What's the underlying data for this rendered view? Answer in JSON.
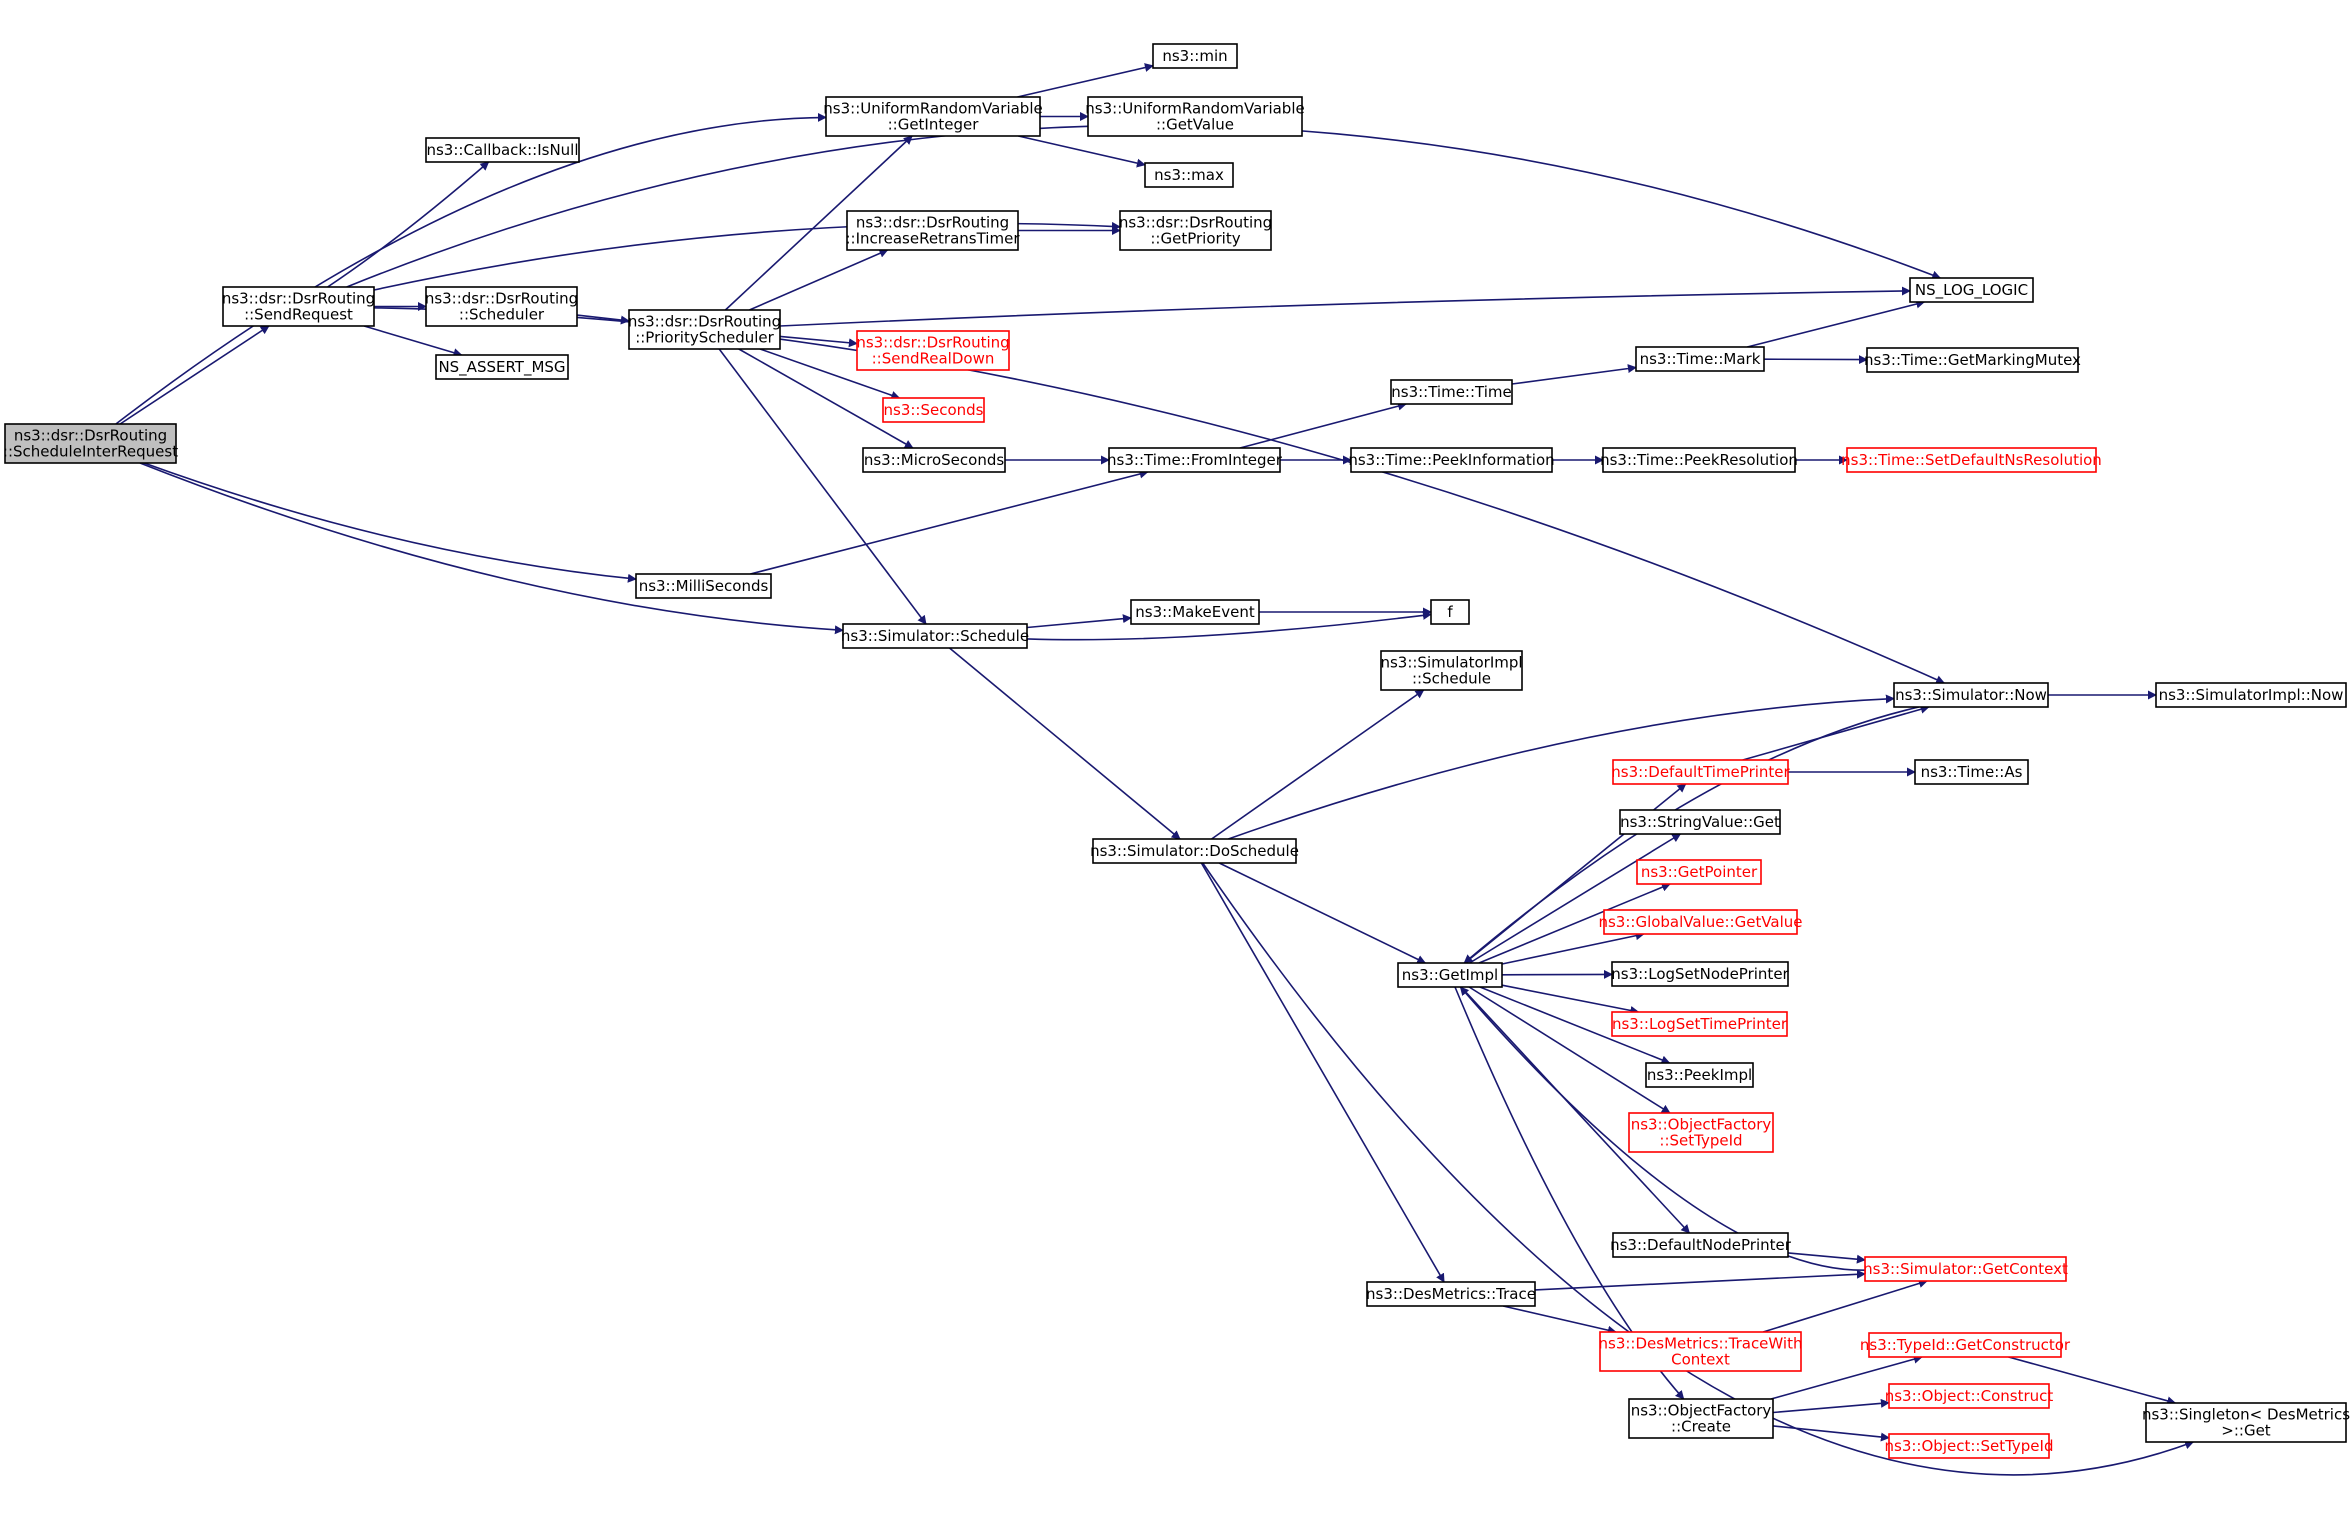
{
  "graph": {
    "nodes": {
      "root": {
        "lines": [
          "ns3::dsr::DsrRouting",
          "::ScheduleInterRequest"
        ],
        "color": "black",
        "selected": true
      },
      "sendreq": {
        "lines": [
          "ns3::dsr::DsrRouting",
          "::SendRequest"
        ],
        "color": "black"
      },
      "isnull": {
        "lines": [
          "ns3::Callback::IsNull"
        ],
        "color": "black"
      },
      "urv": {
        "lines": [
          "ns3::UniformRandomVariable",
          "::GetInteger"
        ],
        "color": "black"
      },
      "min": {
        "lines": [
          "ns3::min"
        ],
        "color": "black"
      },
      "urvval": {
        "lines": [
          "ns3::UniformRandomVariable",
          "::GetValue"
        ],
        "color": "black"
      },
      "max": {
        "lines": [
          "ns3::max"
        ],
        "color": "black"
      },
      "incr": {
        "lines": [
          "ns3::dsr::DsrRouting",
          "::IncreaseRetransTimer"
        ],
        "color": "black"
      },
      "getprio": {
        "lines": [
          "ns3::dsr::DsrRouting",
          "::GetPriority"
        ],
        "color": "black"
      },
      "nslog": {
        "lines": [
          "NS_LOG_LOGIC"
        ],
        "color": "black"
      },
      "sched": {
        "lines": [
          "ns3::dsr::DsrRouting",
          "::Scheduler"
        ],
        "color": "black"
      },
      "prio": {
        "lines": [
          "ns3::dsr::DsrRouting",
          "::PriorityScheduler"
        ],
        "color": "black"
      },
      "nsassert": {
        "lines": [
          "NS_ASSERT_MSG"
        ],
        "color": "black"
      },
      "sendreal": {
        "lines": [
          "ns3::dsr::DsrRouting",
          "::SendRealDown"
        ],
        "color": "red"
      },
      "seconds": {
        "lines": [
          "ns3::Seconds"
        ],
        "color": "red"
      },
      "micro": {
        "lines": [
          "ns3::MicroSeconds"
        ],
        "color": "black"
      },
      "fromint": {
        "lines": [
          "ns3::Time::FromInteger"
        ],
        "color": "black"
      },
      "peekinfo": {
        "lines": [
          "ns3::Time::PeekInformation"
        ],
        "color": "black"
      },
      "peekres": {
        "lines": [
          "ns3::Time::PeekResolution"
        ],
        "color": "black"
      },
      "setdef": {
        "lines": [
          "ns3::Time::SetDefaultNsResolution"
        ],
        "color": "red"
      },
      "timetime": {
        "lines": [
          "ns3::Time::Time"
        ],
        "color": "black"
      },
      "mark": {
        "lines": [
          "ns3::Time::Mark"
        ],
        "color": "black"
      },
      "mutex": {
        "lines": [
          "ns3::Time::GetMarkingMutex"
        ],
        "color": "black"
      },
      "milli": {
        "lines": [
          "ns3::MilliSeconds"
        ],
        "color": "black"
      },
      "simsched": {
        "lines": [
          "ns3::Simulator::Schedule"
        ],
        "color": "black"
      },
      "makeev": {
        "lines": [
          "ns3::MakeEvent"
        ],
        "color": "black"
      },
      "f": {
        "lines": [
          "f"
        ],
        "color": "black"
      },
      "simimplsched": {
        "lines": [
          "ns3::SimulatorImpl",
          "::Schedule"
        ],
        "color": "black"
      },
      "simnow": {
        "lines": [
          "ns3::Simulator::Now"
        ],
        "color": "black"
      },
      "simimplnow": {
        "lines": [
          "ns3::SimulatorImpl::Now"
        ],
        "color": "black"
      },
      "deftp": {
        "lines": [
          "ns3::DefaultTimePrinter"
        ],
        "color": "red"
      },
      "timeas": {
        "lines": [
          "ns3::Time::As"
        ],
        "color": "black"
      },
      "strget": {
        "lines": [
          "ns3::StringValue::Get"
        ],
        "color": "black"
      },
      "getptr": {
        "lines": [
          "ns3::GetPointer"
        ],
        "color": "red"
      },
      "gvget": {
        "lines": [
          "ns3::GlobalValue::GetValue"
        ],
        "color": "red"
      },
      "dosched": {
        "lines": [
          "ns3::Simulator::DoSchedule"
        ],
        "color": "black"
      },
      "getimpl": {
        "lines": [
          "ns3::GetImpl"
        ],
        "color": "black"
      },
      "lognode": {
        "lines": [
          "ns3::LogSetNodePrinter"
        ],
        "color": "black"
      },
      "logtime": {
        "lines": [
          "ns3::LogSetTimePrinter"
        ],
        "color": "red"
      },
      "peekimpl": {
        "lines": [
          "ns3::PeekImpl"
        ],
        "color": "black"
      },
      "ofsettype": {
        "lines": [
          "ns3::ObjectFactory",
          "::SetTypeId"
        ],
        "color": "red"
      },
      "defnp": {
        "lines": [
          "ns3::DefaultNodePrinter"
        ],
        "color": "black"
      },
      "getctx": {
        "lines": [
          "ns3::Simulator::GetContext"
        ],
        "color": "red"
      },
      "dmtrace": {
        "lines": [
          "ns3::DesMetrics::Trace"
        ],
        "color": "black"
      },
      "dmtracectx": {
        "lines": [
          "ns3::DesMetrics::TraceWith",
          "Context"
        ],
        "color": "red"
      },
      "getctor": {
        "lines": [
          "ns3::TypeId::GetConstructor"
        ],
        "color": "red"
      },
      "ofcreate": {
        "lines": [
          "ns3::ObjectFactory",
          "::Create"
        ],
        "color": "black"
      },
      "objconstruct": {
        "lines": [
          "ns3::Object::Construct"
        ],
        "color": "red"
      },
      "objsettype": {
        "lines": [
          "ns3::Object::SetTypeId"
        ],
        "color": "red"
      },
      "singleton": {
        "lines": [
          "ns3::Singleton< DesMetrics",
          " >::Get"
        ],
        "color": "black"
      }
    },
    "edges": [
      [
        "root",
        "sendreq"
      ],
      [
        "root",
        "urv"
      ],
      [
        "root",
        "milli"
      ],
      [
        "root",
        "simsched"
      ],
      [
        "sendreq",
        "isnull"
      ],
      [
        "sendreq",
        "nslog"
      ],
      [
        "sendreq",
        "getprio"
      ],
      [
        "sendreq",
        "sched"
      ],
      [
        "sendreq",
        "nsassert"
      ],
      [
        "sendreq",
        "simnow"
      ],
      [
        "urv",
        "min"
      ],
      [
        "urv",
        "urvval"
      ],
      [
        "urv",
        "max"
      ],
      [
        "incr",
        "getprio"
      ],
      [
        "sched",
        "prio"
      ],
      [
        "prio",
        "urv"
      ],
      [
        "prio",
        "incr"
      ],
      [
        "prio",
        "nslog"
      ],
      [
        "prio",
        "sendreal"
      ],
      [
        "prio",
        "seconds"
      ],
      [
        "prio",
        "micro"
      ],
      [
        "prio",
        "simsched"
      ],
      [
        "micro",
        "fromint"
      ],
      [
        "milli",
        "fromint"
      ],
      [
        "fromint",
        "timetime"
      ],
      [
        "fromint",
        "peekinfo"
      ],
      [
        "peekinfo",
        "peekres"
      ],
      [
        "peekres",
        "setdef"
      ],
      [
        "timetime",
        "mark"
      ],
      [
        "mark",
        "nslog"
      ],
      [
        "mark",
        "mutex"
      ],
      [
        "simsched",
        "makeev"
      ],
      [
        "simsched",
        "f"
      ],
      [
        "makeev",
        "f"
      ],
      [
        "simsched",
        "dosched"
      ],
      [
        "dosched",
        "simimplsched"
      ],
      [
        "dosched",
        "simnow"
      ],
      [
        "dosched",
        "getimpl"
      ],
      [
        "dosched",
        "dmtrace"
      ],
      [
        "dosched",
        "singleton"
      ],
      [
        "simnow",
        "simimplnow"
      ],
      [
        "simnow",
        "getimpl"
      ],
      [
        "deftp",
        "simnow"
      ],
      [
        "deftp",
        "timeas"
      ],
      [
        "getimpl",
        "deftp"
      ],
      [
        "getimpl",
        "strget"
      ],
      [
        "getimpl",
        "getptr"
      ],
      [
        "getimpl",
        "gvget"
      ],
      [
        "getimpl",
        "lognode"
      ],
      [
        "getimpl",
        "logtime"
      ],
      [
        "getimpl",
        "peekimpl"
      ],
      [
        "getimpl",
        "ofsettype"
      ],
      [
        "getimpl",
        "defnp"
      ],
      [
        "getimpl",
        "ofcreate"
      ],
      [
        "getctx",
        "getimpl"
      ],
      [
        "defnp",
        "getctx"
      ],
      [
        "dmtrace",
        "getctx"
      ],
      [
        "dmtrace",
        "dmtracectx"
      ],
      [
        "dmtracectx",
        "getctx"
      ],
      [
        "ofcreate",
        "getctor"
      ],
      [
        "ofcreate",
        "objconstruct"
      ],
      [
        "ofcreate",
        "objsettype"
      ],
      [
        "getctor",
        "singleton"
      ]
    ]
  }
}
